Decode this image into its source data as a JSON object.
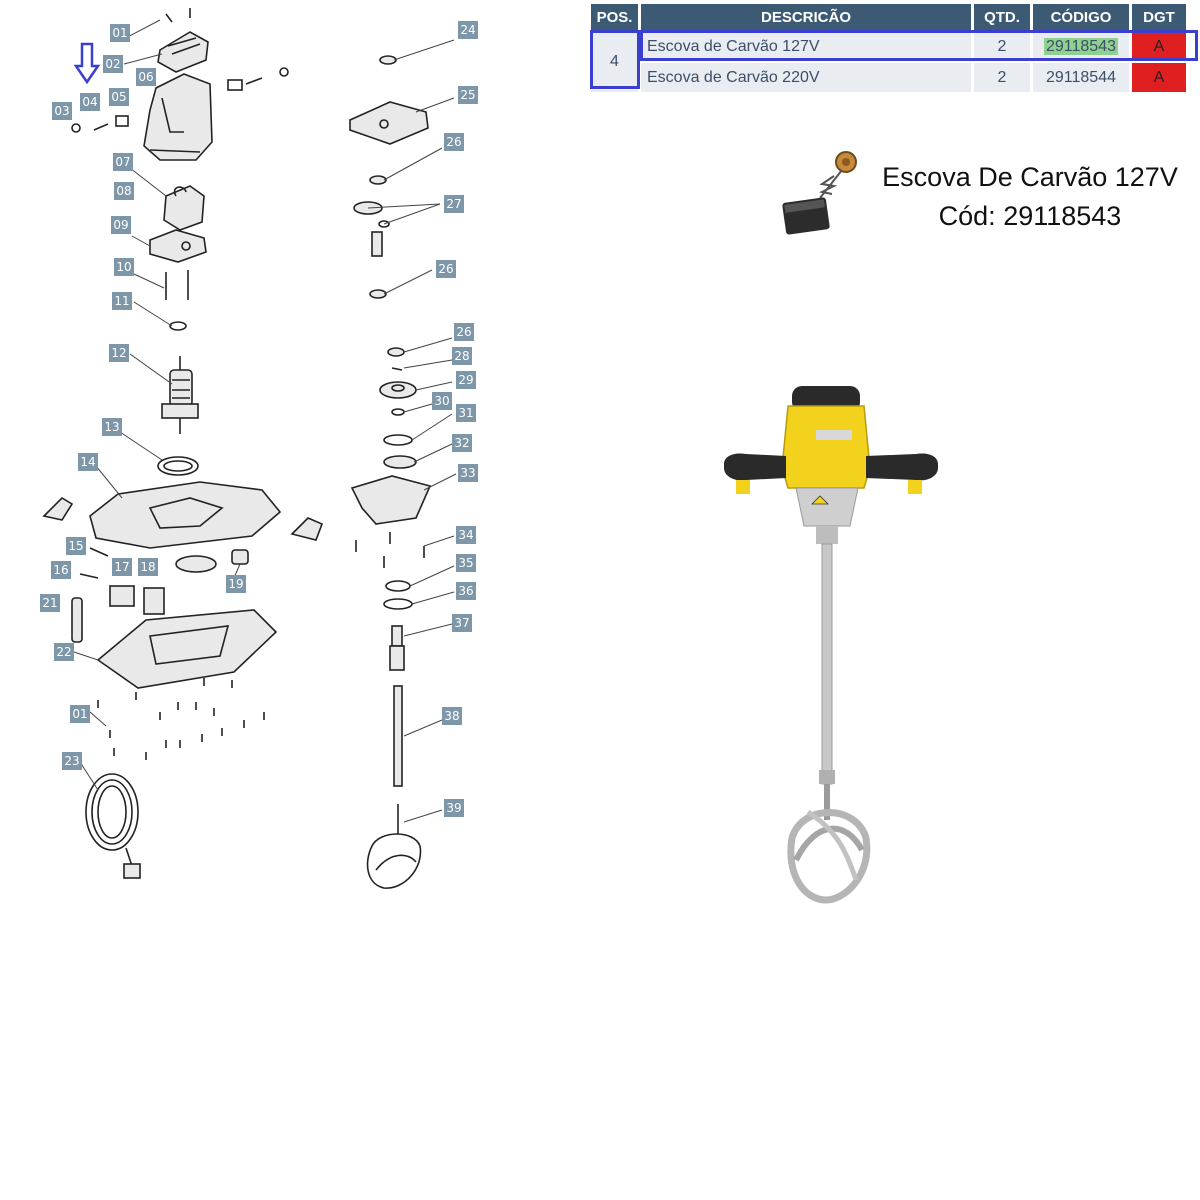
{
  "table": {
    "headers": [
      "POS.",
      "DESCRICÃO",
      "QTD.",
      "CÓDIGO",
      "DGT"
    ],
    "position": "4",
    "rows": [
      {
        "descricao": "Escova de Carvão 127V",
        "qtd": "2",
        "codigo": "29118543",
        "dgt": "A",
        "highlighted": true
      },
      {
        "descricao": "Escova de Carvão 220V",
        "qtd": "2",
        "codigo": "29118544",
        "dgt": "A",
        "highlighted": false
      }
    ]
  },
  "product": {
    "title": "Escova De Carvão 127V",
    "code_line": "Cód: 29118543"
  },
  "colors": {
    "callout_bg": "#7d97a9",
    "header_bg": "#3d5a75",
    "highlight_border": "#3a3fd0",
    "code_highlight": "#8fd18f",
    "dgt_red": "#e02020",
    "mixer_yellow": "#f2d21c"
  },
  "diagram": {
    "pointer": "down-arrow-icon",
    "callouts": [
      "01",
      "02",
      "03",
      "04",
      "05",
      "06",
      "07",
      "08",
      "09",
      "10",
      "11",
      "12",
      "13",
      "14",
      "15",
      "16",
      "17",
      "18",
      "19",
      "21",
      "22",
      "01",
      "23",
      "24",
      "25",
      "26",
      "27",
      "26",
      "26",
      "28",
      "29",
      "30",
      "31",
      "32",
      "33",
      "34",
      "35",
      "36",
      "37",
      "38",
      "39"
    ]
  }
}
